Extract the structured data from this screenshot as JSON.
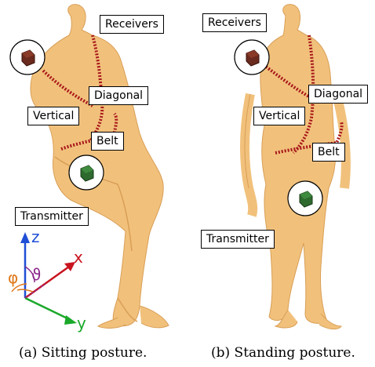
{
  "panels": [
    {
      "labels": {
        "receivers": "Receivers",
        "diagonal": "Diagonal",
        "vertical": "Vertical",
        "belt": "Belt",
        "transmitter": "Transmitter"
      },
      "caption": "(a) Sitting posture."
    },
    {
      "labels": {
        "receivers": "Receivers",
        "diagonal": "Diagonal",
        "vertical": "Vertical",
        "belt": "Belt",
        "transmitter": "Transmitter"
      },
      "caption": "(b) Standing posture."
    }
  ],
  "axes": {
    "z": "z",
    "x": "x",
    "y": "y",
    "phi": "φ",
    "theta": "ϑ",
    "colors": {
      "z": "#1f4fd6",
      "x": "#c8141e",
      "y": "#1aa82a",
      "phi": "#e0781c",
      "theta": "#8c2a8c"
    }
  },
  "colors": {
    "skin": "#f1c17c",
    "skin_shade": "#d99e55",
    "cable": "#a8161a",
    "receiver_cube": "#6b2a1e",
    "transmitter_cube": "#2e6a2e"
  }
}
